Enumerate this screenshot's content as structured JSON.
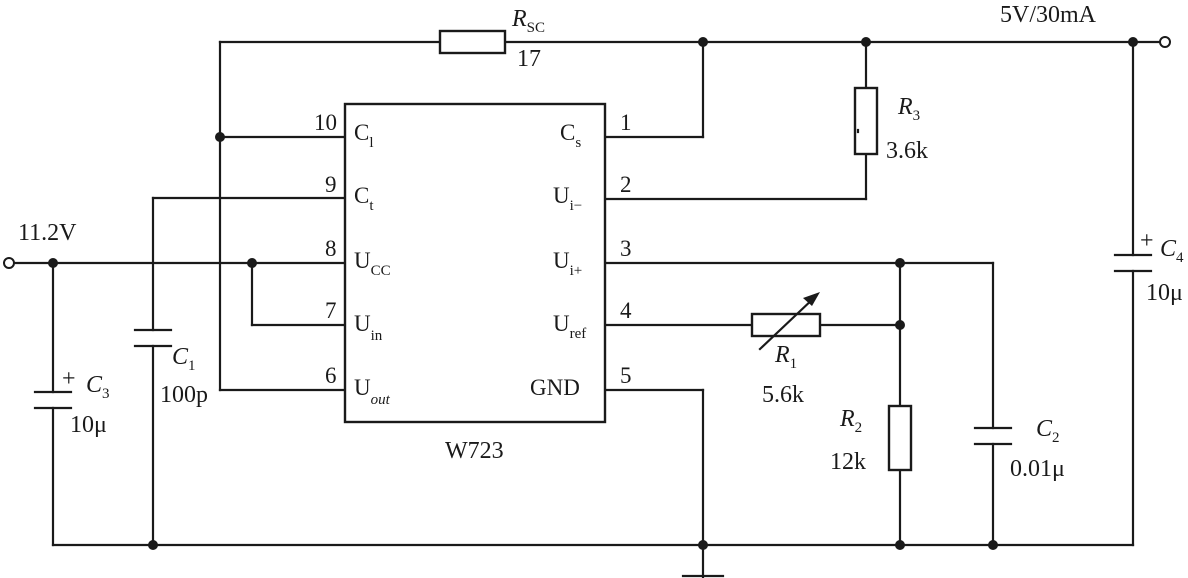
{
  "ic": {
    "name": "W723",
    "left_pins": [
      {
        "num": "10",
        "label": "C",
        "sub": "l"
      },
      {
        "num": "9",
        "label": "C",
        "sub": "t"
      },
      {
        "num": "8",
        "label": "U",
        "sub": "CC"
      },
      {
        "num": "7",
        "label": "U",
        "sub": "in"
      },
      {
        "num": "6",
        "label": "U",
        "sub": "out"
      }
    ],
    "right_pins": [
      {
        "num": "1",
        "label": "C",
        "sub": "s"
      },
      {
        "num": "2",
        "label": "U",
        "sub": "i−"
      },
      {
        "num": "3",
        "label": "U",
        "sub": "i+"
      },
      {
        "num": "4",
        "label": "U",
        "sub": "ref"
      },
      {
        "num": "5",
        "label": "GND",
        "sub": ""
      }
    ]
  },
  "input": {
    "voltage": "11.2V"
  },
  "output": {
    "spec": "5V/30mA"
  },
  "components": {
    "rsc": {
      "letter": "R",
      "sub": "SC",
      "value": "17"
    },
    "r3": {
      "letter": "R",
      "sub": "3",
      "value": "3.6k"
    },
    "r1": {
      "letter": "R",
      "sub": "1",
      "value": "5.6k"
    },
    "r2": {
      "letter": "R",
      "sub": "2",
      "value": "12k"
    },
    "c1": {
      "letter": "C",
      "sub": "1",
      "value": "100p"
    },
    "c2": {
      "letter": "C",
      "sub": "2",
      "value": "0.01μ"
    },
    "c3": {
      "letter": "C",
      "sub": "3",
      "value": "10μ",
      "polarity": "+"
    },
    "c4": {
      "letter": "C",
      "sub": "4",
      "value": "10μ",
      "polarity": "+"
    }
  }
}
